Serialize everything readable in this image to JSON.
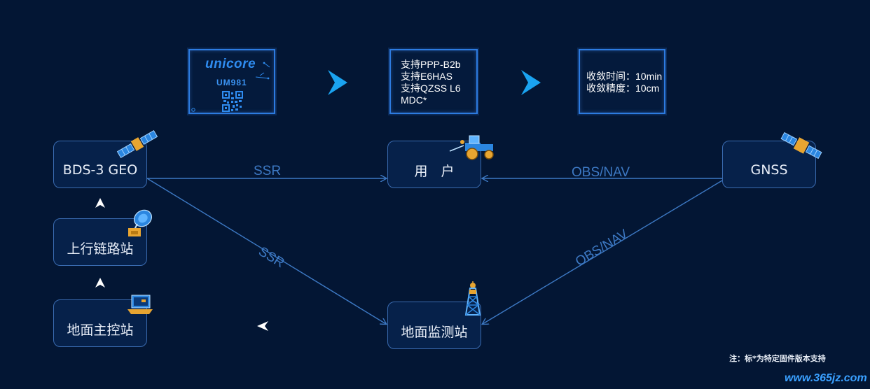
{
  "nodes": {
    "bds3_geo": "BDS-3 GEO",
    "uplink_station": "上行链路站",
    "master_control": "地面主控站",
    "user": "用　户",
    "gnss": "GNSS",
    "monitor_station": "地面监测站"
  },
  "chip": {
    "logo": "unicore",
    "model": "UM981"
  },
  "info_support": [
    "支持PPP-B2b",
    "支持E6HAS",
    "支持QZSS L6",
    "MDC*"
  ],
  "info_convergence": [
    "收敛时间：10min",
    "收敛精度：10cm"
  ],
  "links": {
    "geo_to_user": "SSR",
    "geo_to_monitor": "SSR",
    "gnss_to_user": "OBS/NAV",
    "gnss_to_monitor": "OBS/NAV"
  },
  "footnote": "注：标*为特定固件版本支持",
  "watermark": "www.365jz.com",
  "colors": {
    "background": "#031634",
    "node_border": "#3a6bb0",
    "link": "#3d79c4",
    "chevron": "#1aa3f0"
  }
}
